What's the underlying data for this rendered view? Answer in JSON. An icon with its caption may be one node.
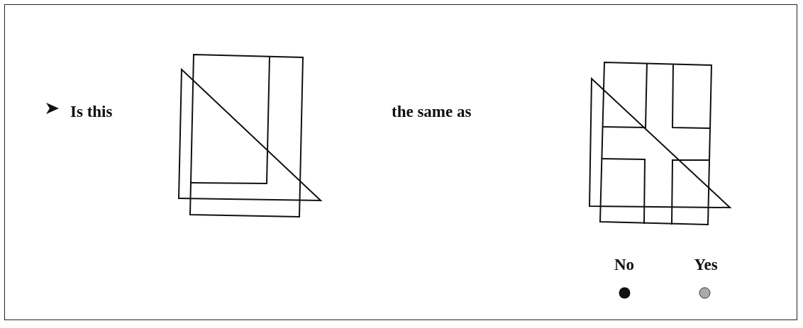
{
  "diagram": {
    "labels": [
      "Is this",
      "the same as",
      "No",
      "Yes"
    ]
  }
}
